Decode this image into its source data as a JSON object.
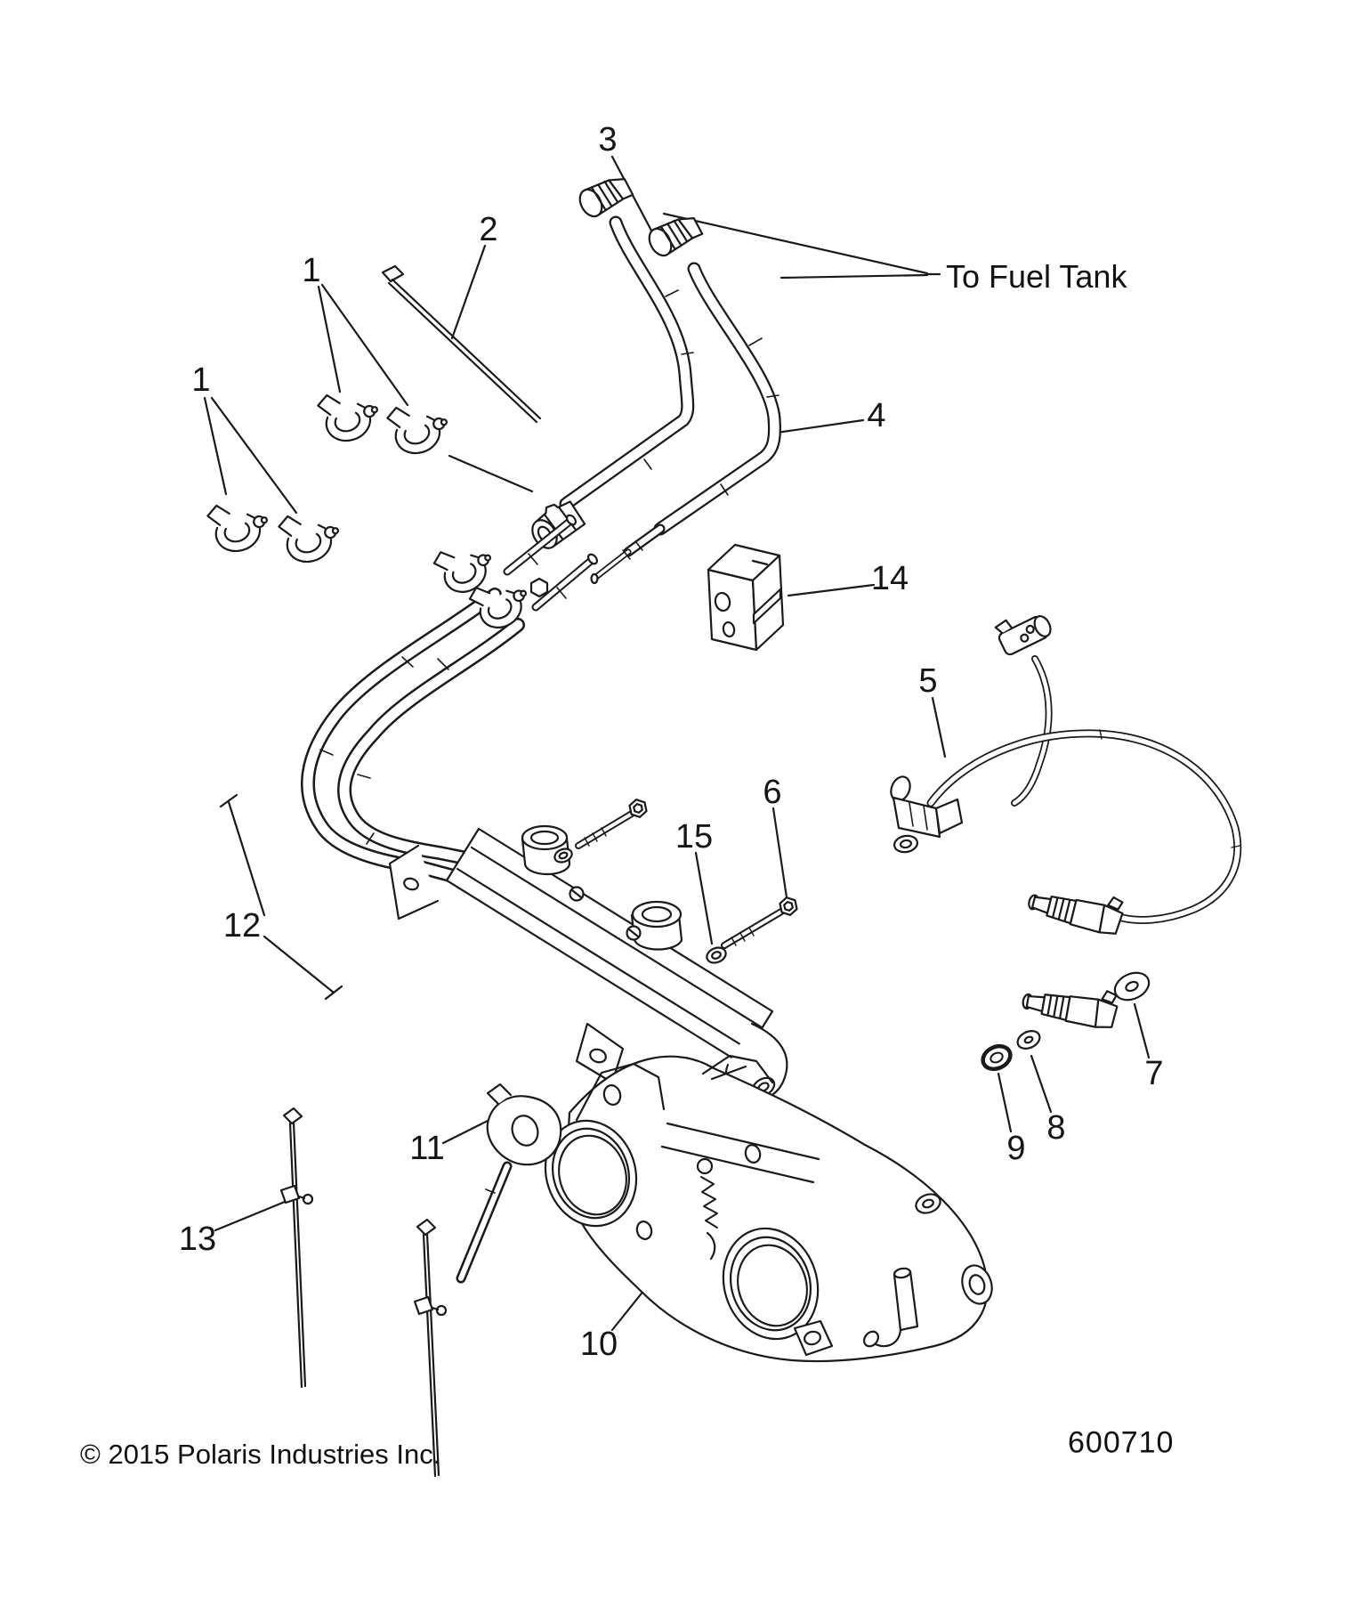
{
  "figure": {
    "to_fuel_tank_label": "To Fuel Tank",
    "copyright": "© 2015 Polaris Industries Inc.",
    "part_number": "600710"
  },
  "callouts": [
    {
      "key": "1-upper",
      "label": "1"
    },
    {
      "key": "1-left",
      "label": "1"
    },
    {
      "key": "2",
      "label": "2"
    },
    {
      "key": "3",
      "label": "3"
    },
    {
      "key": "4",
      "label": "4"
    },
    {
      "key": "5",
      "label": "5"
    },
    {
      "key": "6",
      "label": "6"
    },
    {
      "key": "7",
      "label": "7"
    },
    {
      "key": "8",
      "label": "8"
    },
    {
      "key": "9",
      "label": "9"
    },
    {
      "key": "10",
      "label": "10"
    },
    {
      "key": "11",
      "label": "11"
    },
    {
      "key": "12",
      "label": "12"
    },
    {
      "key": "13",
      "label": "13"
    },
    {
      "key": "14",
      "label": "14"
    },
    {
      "key": "15",
      "label": "15"
    }
  ]
}
